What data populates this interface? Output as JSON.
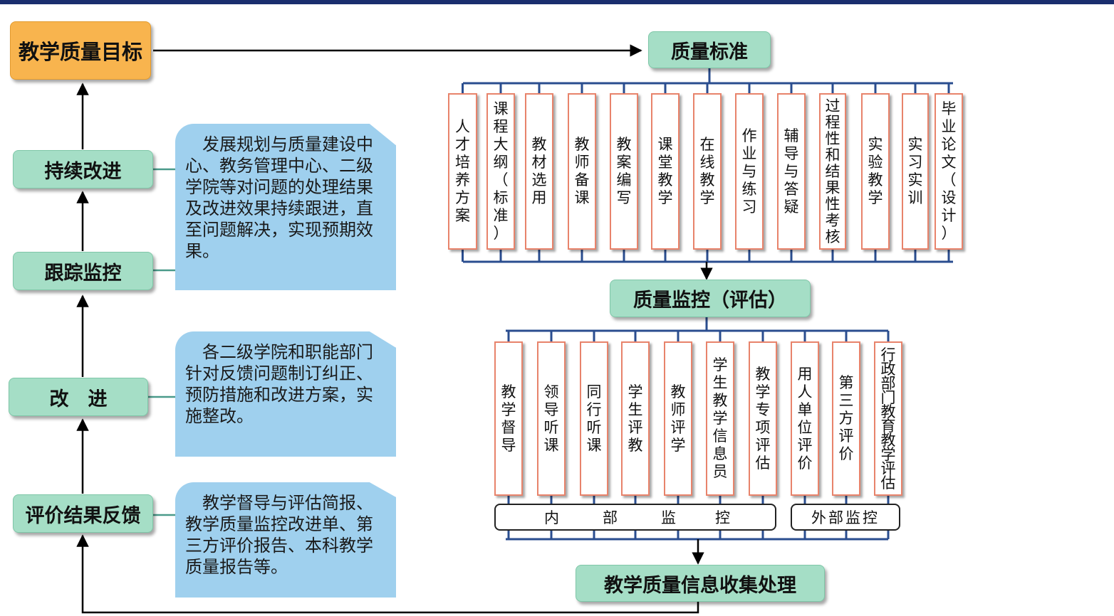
{
  "colors": {
    "accent": "#1a2e6e",
    "green": "#a5dec6",
    "orange": "#f8b44e",
    "note": "#9fd0ee",
    "box_border": "#e8836b"
  },
  "left_column": {
    "goal": "教学质量目标",
    "improve_continuous": "持续改进",
    "track_monitor": "跟踪监控",
    "improve": "改　进",
    "feedback": "评价结果反馈"
  },
  "notes": {
    "continuous": "发展规划与质量建设中心、教务管理中心、二级学院等对问题的处理结果及改进效果持续跟进，直至问题解决，实现预期效果。",
    "improve": "各二级学院和职能部门针对反馈问题制订纠正、预防措施和改进方案，实施整改。",
    "feedback": "教学督导与评估简报、教学质量监控改进单、第三方评价报告、本科教学质量报告等。"
  },
  "standard": {
    "title": "质量标准",
    "items": [
      "人才培养方案",
      "课程大纲（标准）",
      "教材选用",
      "教师备课",
      "教案编写",
      "课堂教学",
      "在线教学",
      "作业与练习",
      "辅导与答疑",
      "过程性和结果性考核",
      "实验教学",
      "实习实训",
      "毕业论文（设计）"
    ]
  },
  "monitor": {
    "title": "质量监控（评估）",
    "items": [
      "教学督导",
      "领导听课",
      "同行听课",
      "学生评教",
      "教师评学",
      "学生教学信息员",
      "教学专项评估",
      "用人单位评价",
      "第三方评价",
      "行政部门教育教学评估"
    ],
    "internal_chars": [
      "内",
      "部",
      "监",
      "控"
    ],
    "external_label": "外部监控"
  },
  "collect": {
    "title": "教学质量信息收集处理"
  }
}
